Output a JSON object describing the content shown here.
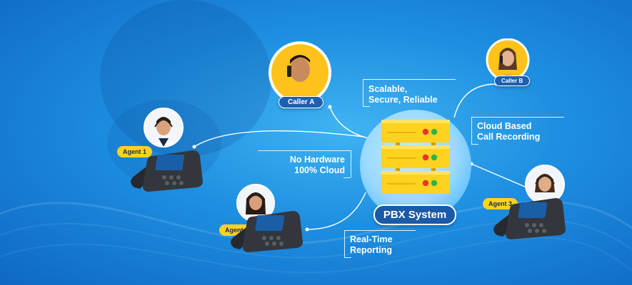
{
  "diagram": {
    "center": {
      "label": "PBX System"
    },
    "callers": [
      {
        "label": "Caller A"
      },
      {
        "label": "Caller B"
      }
    ],
    "agents": [
      {
        "label": "Agent 1"
      },
      {
        "label": "Agent 2"
      },
      {
        "label": "Agent 3"
      }
    ],
    "features": [
      {
        "line1": "Scalable,",
        "line2": "Secure, Reliable"
      },
      {
        "line1": "Cloud Based",
        "line2": "Call Recording"
      },
      {
        "line1": "No Hardware",
        "line2": "100% Cloud"
      },
      {
        "line1": "Real-Time",
        "line2": "Reporting"
      }
    ]
  },
  "colors": {
    "background": "#1d8ee0",
    "server": "#ffd21f",
    "pill": "#1a5aa8",
    "agent_tag": "#ffd21f",
    "led_red": "#e8332a",
    "led_green": "#2fb344"
  }
}
